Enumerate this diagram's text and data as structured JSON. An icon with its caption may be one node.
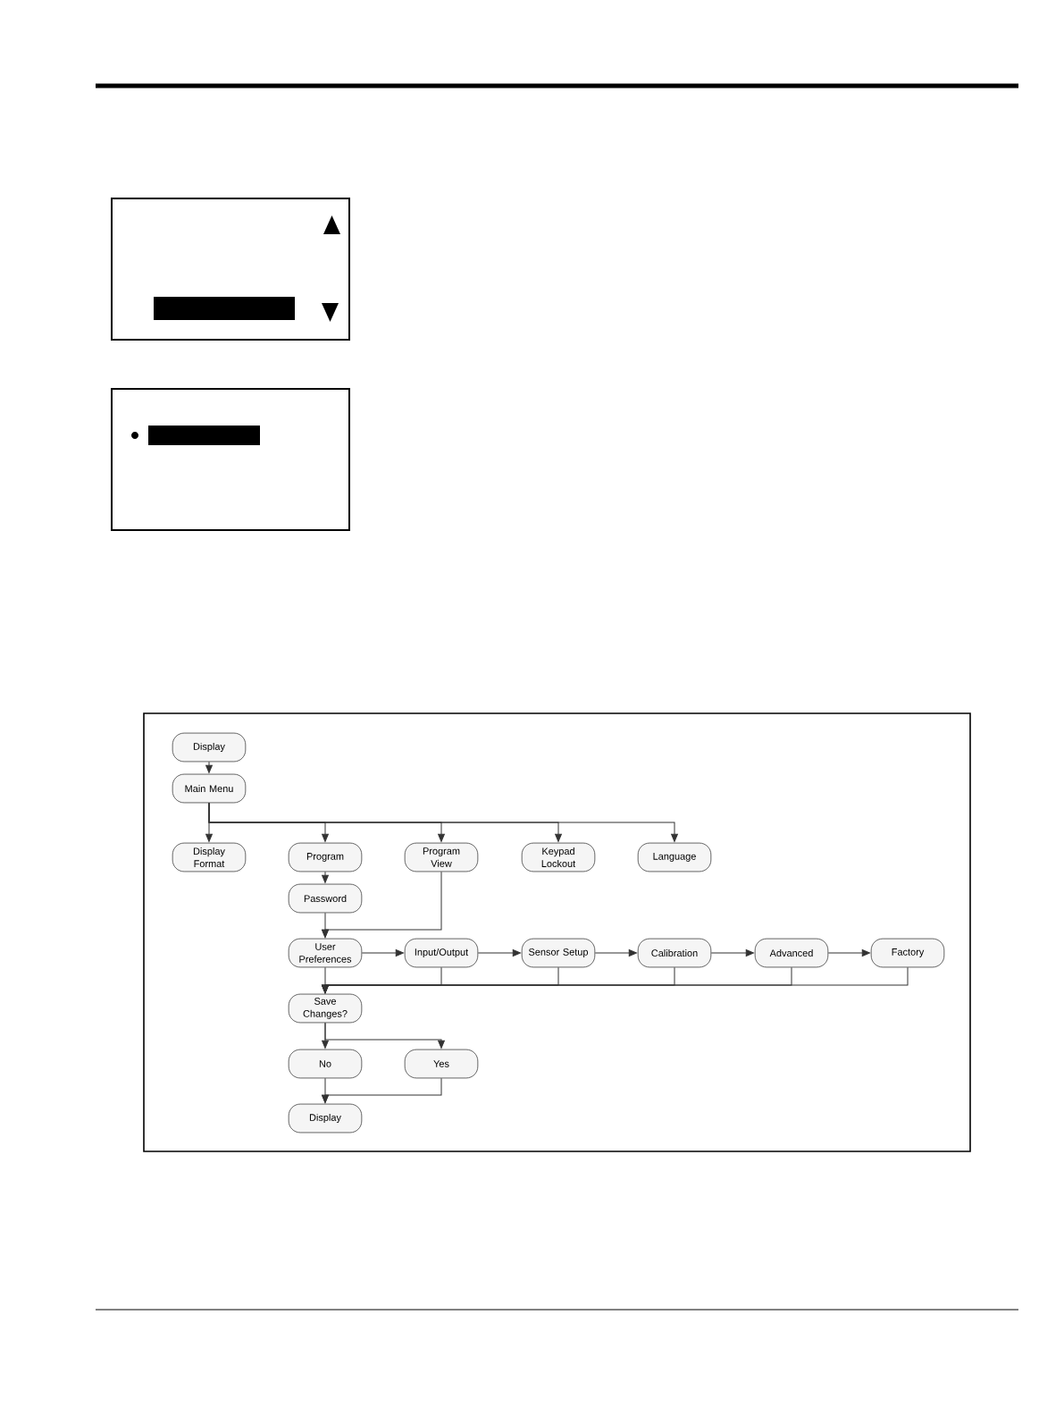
{
  "diagram": {
    "nodes": [
      {
        "text": [
          "Display"
        ]
      },
      {
        "text": [
          "Main Menu"
        ]
      },
      {
        "text": [
          "Display Format"
        ]
      },
      {
        "text": [
          "Program"
        ]
      },
      {
        "text": [
          "Program View"
        ]
      },
      {
        "text": [
          "Keypad Lockout"
        ]
      },
      {
        "text": [
          "Language"
        ]
      },
      {
        "text": [
          "Password"
        ]
      },
      {
        "text": [
          "User Preferences"
        ]
      },
      {
        "text": [
          "Input/Output"
        ]
      },
      {
        "text": [
          "Sensor Setup"
        ]
      },
      {
        "text": [
          "Calibration"
        ]
      },
      {
        "text": [
          "Advanced"
        ]
      },
      {
        "text": [
          "Factory"
        ]
      },
      {
        "text": [
          "Save Changes?"
        ]
      },
      {
        "text": [
          "No"
        ]
      },
      {
        "text": [
          "Yes"
        ]
      },
      {
        "text": [
          "Display"
        ]
      }
    ],
    "edges": [
      {
        "from": 0,
        "to": 1,
        "arrow": "to"
      },
      {
        "from": 1,
        "to": 2,
        "arrow": "to"
      },
      {
        "from": 1,
        "to": 3,
        "arrow": "to"
      },
      {
        "from": 1,
        "to": 4,
        "arrow": "to"
      },
      {
        "from": 1,
        "to": 5,
        "arrow": "to"
      },
      {
        "from": 1,
        "to": 6,
        "arrow": "to"
      },
      {
        "from": 3,
        "to": 7,
        "arrow": "to"
      },
      {
        "from": 7,
        "to": 8,
        "arrow": "to"
      },
      {
        "from": 4,
        "to": 8,
        "arrow": "to"
      },
      {
        "from": 8,
        "to": 9,
        "arrow": "to"
      },
      {
        "from": 9,
        "to": 10,
        "arrow": "to"
      },
      {
        "from": 10,
        "to": 11,
        "arrow": "to"
      },
      {
        "from": 11,
        "to": 12,
        "arrow": "to"
      },
      {
        "from": 12,
        "to": 13,
        "arrow": "to"
      },
      {
        "from": 8,
        "to": 14,
        "arrow": "to"
      },
      {
        "from": 9,
        "to": 14,
        "arrow": "to"
      },
      {
        "from": 10,
        "to": 14,
        "arrow": "to"
      },
      {
        "from": 11,
        "to": 14,
        "arrow": "to"
      },
      {
        "from": 12,
        "to": 14,
        "arrow": "to"
      },
      {
        "from": 13,
        "to": 14,
        "arrow": "to"
      },
      {
        "from": 14,
        "to": 15,
        "arrow": "to"
      },
      {
        "from": 14,
        "to": 16,
        "arrow": "to"
      },
      {
        "from": 15,
        "to": 17,
        "arrow": "to"
      },
      {
        "from": 16,
        "to": 17,
        "arrow": "to"
      }
    ]
  }
}
